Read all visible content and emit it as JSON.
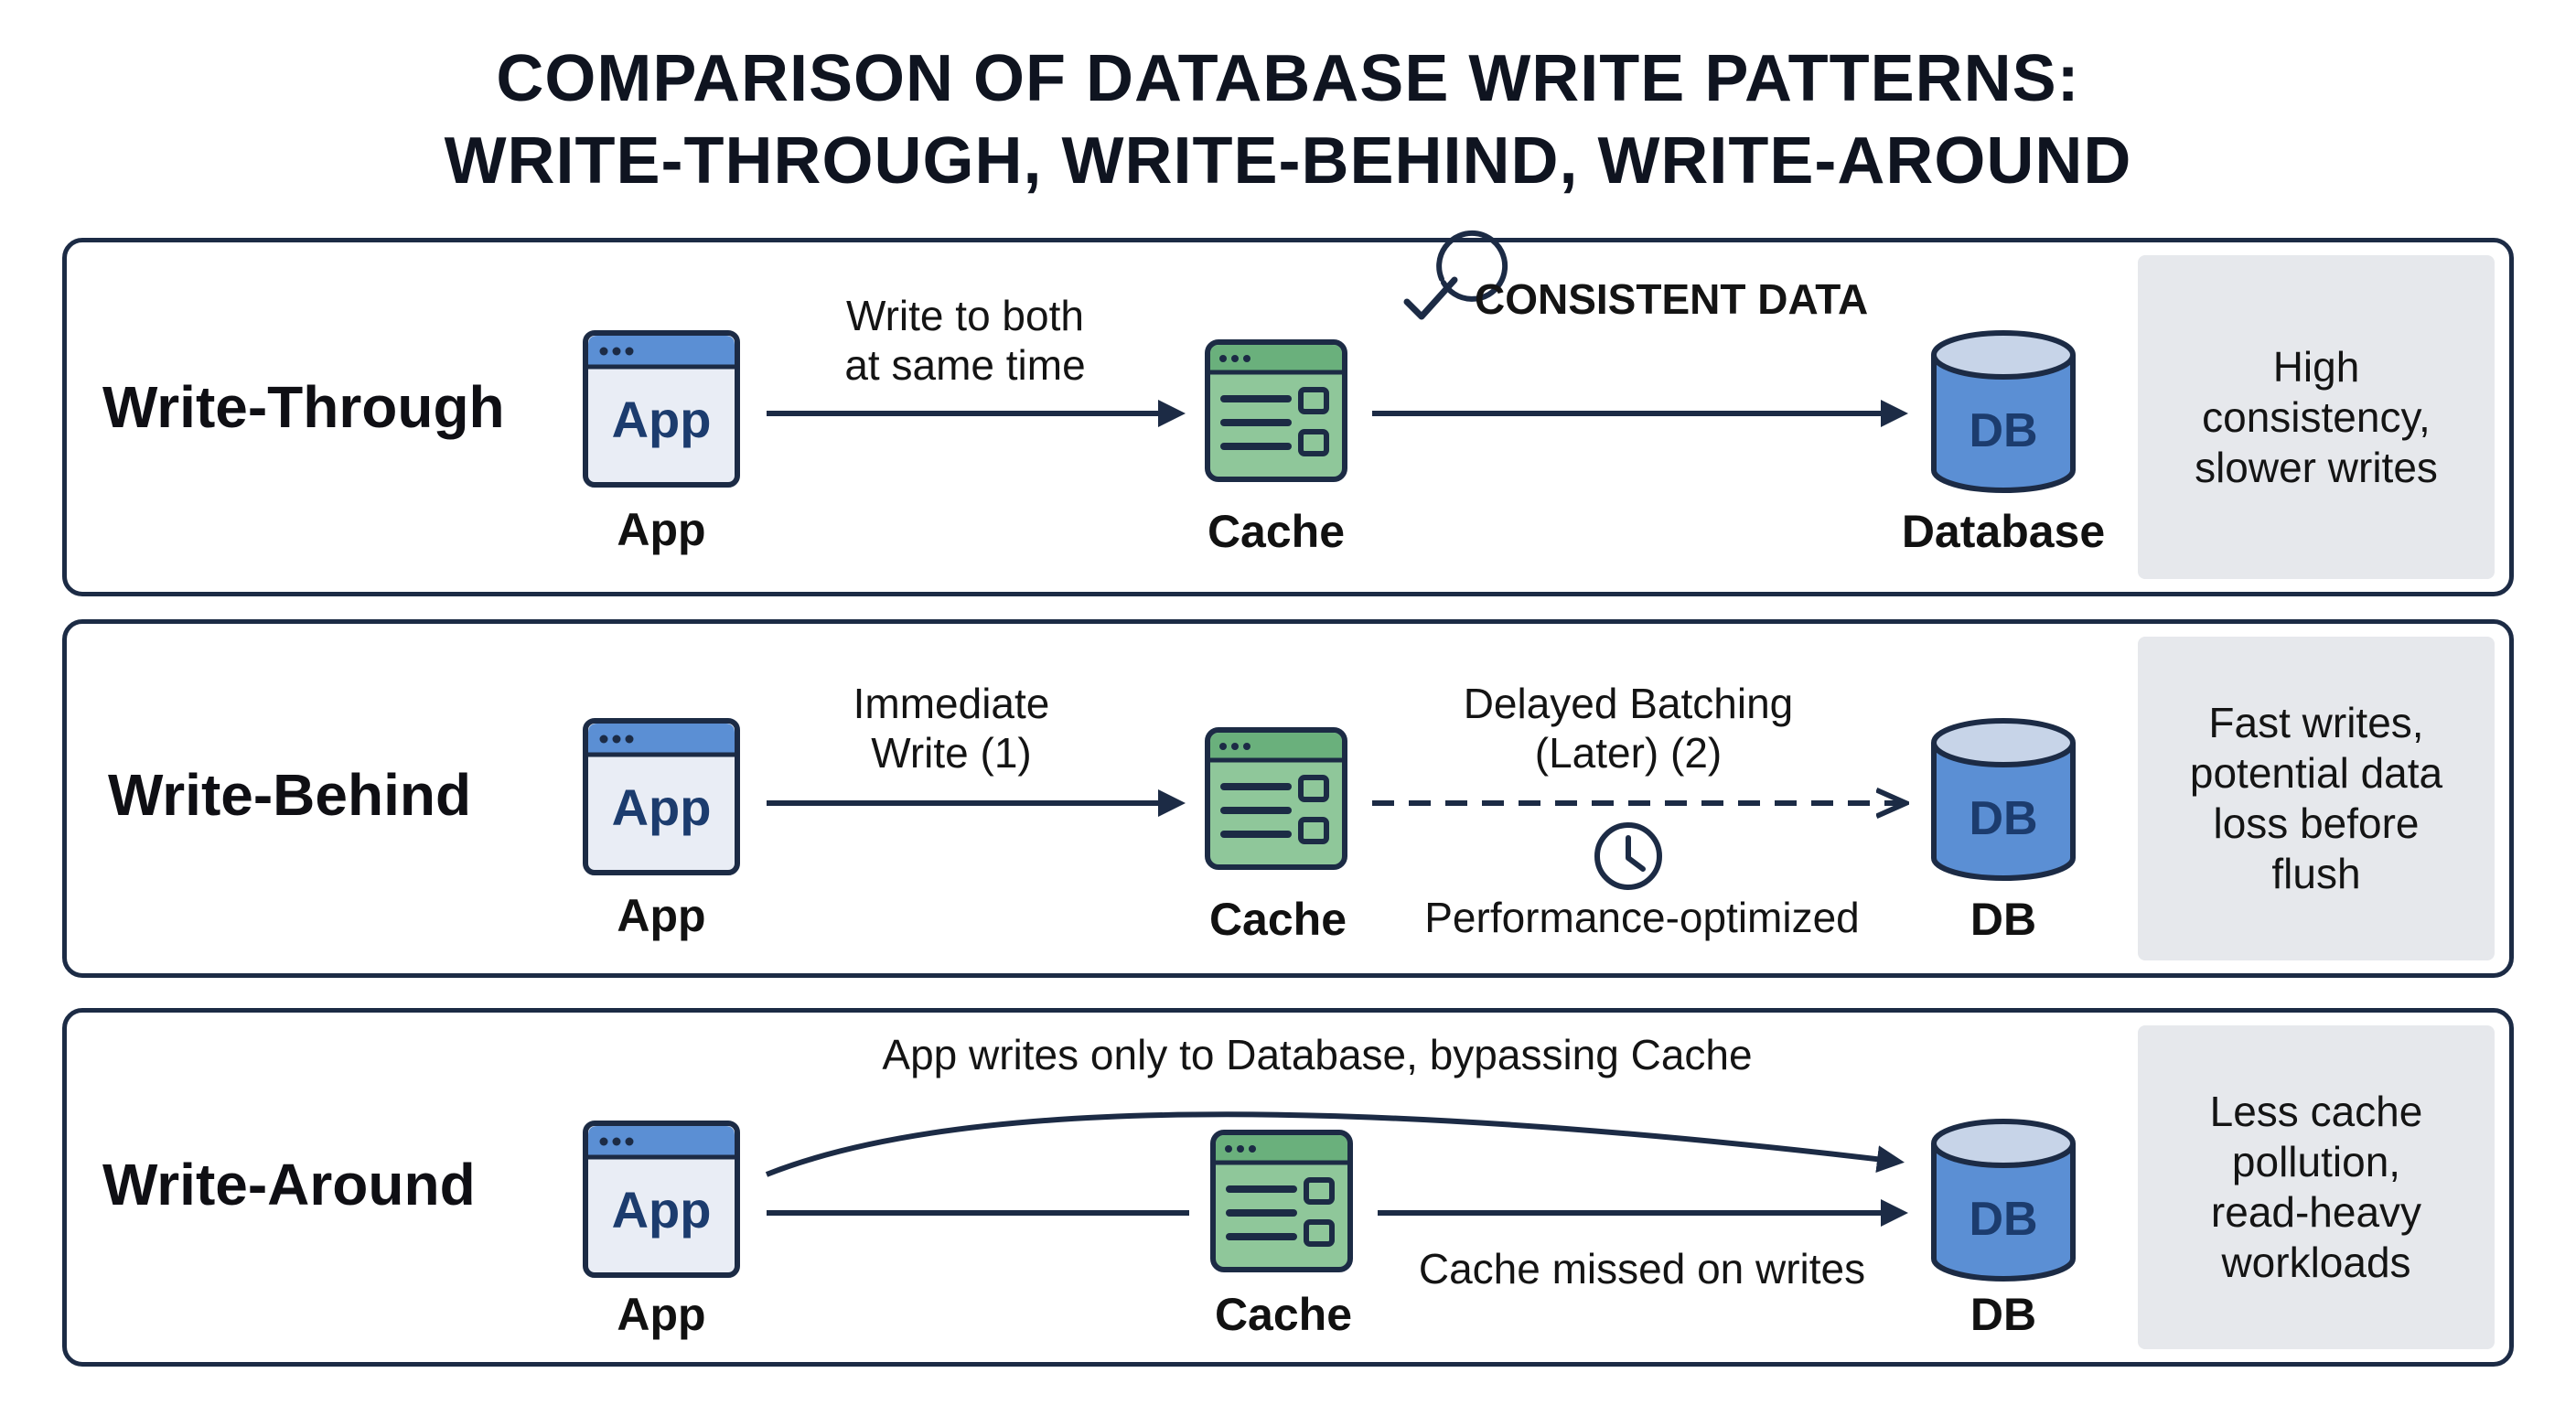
{
  "title": {
    "line1": "COMPARISON OF DATABASE WRITE PATTERNS:",
    "line2": "WRITE-THROUGH, WRITE-BEHIND, WRITE-AROUND"
  },
  "colors": {
    "border": "#1c2b45",
    "arrow": "#1c2b45",
    "app_icon_fill": "#e9edf5",
    "app_icon_header": "#5b8fd4",
    "cache_fill": "#8fc79a",
    "cache_header": "#6ab07c",
    "db_fill": "#5b8fd4",
    "db_top": "#c7d4e8",
    "side_box": "#e6e8ec"
  },
  "icons": {
    "app": "app-window-icon",
    "cache": "cache-server-icon",
    "db": "database-cylinder-icon",
    "check": "check-circle-icon",
    "clock": "clock-icon"
  },
  "icon_text": {
    "app": "App",
    "db": "DB"
  },
  "rows": [
    {
      "name": "Write-Through",
      "app_label": "App",
      "cache_label": "Cache",
      "db_label": "Database",
      "arrow1_text": [
        "Write to both",
        "at same time"
      ],
      "badge": "CONSISTENT DATA",
      "summary": [
        "High",
        "consistency,",
        "slower writes"
      ]
    },
    {
      "name": "Write-Behind",
      "app_label": "App",
      "cache_label": "Cache",
      "db_label": "DB",
      "arrow1_text": [
        "Immediate",
        "Write (1)"
      ],
      "arrow2_text": [
        "Delayed Batching",
        "(Later) (2)"
      ],
      "below_text": "Performance-optimized",
      "summary": [
        "Fast writes,",
        "potential data",
        "loss before",
        "flush"
      ]
    },
    {
      "name": "Write-Around",
      "app_label": "App",
      "cache_label": "Cache",
      "db_label": "DB",
      "top_text": "App writes only to Database, bypassing Cache",
      "below_text": "Cache missed on writes",
      "summary": [
        "Less cache",
        "pollution,",
        "read-heavy",
        "workloads"
      ]
    }
  ]
}
